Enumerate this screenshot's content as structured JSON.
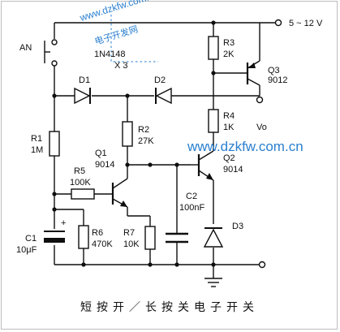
{
  "title": "短按开／长按关电子开关",
  "watermarks": {
    "top_url": "www.dzkfw.com.cn",
    "top_cn": "电子开发网",
    "mid_url": "www.dzkfw.com.cn"
  },
  "labels": {
    "supply": "5 ~ 12 V",
    "switch": "AN",
    "diode_part": "1N4148",
    "diode_qty": "X 3",
    "d1": "D1",
    "d2": "D2",
    "d3": "D3",
    "r1_ref": "R1",
    "r1_val": "1M",
    "r2_ref": "R2",
    "r2_val": "27K",
    "r3_ref": "R3",
    "r3_val": "2K",
    "r4_ref": "R4",
    "r4_val": "1K",
    "r5_ref": "R5",
    "r5_val": "100K",
    "r6_ref": "R6",
    "r6_val": "470K",
    "r7_ref": "R7",
    "r7_val": "10K",
    "c1_ref": "C1",
    "c1_val": "10μF",
    "c1_pol": "+",
    "c2_ref": "C2",
    "c2_val": "100nF",
    "q1_ref": "Q1",
    "q1_val": "9014",
    "q2_ref": "Q2",
    "q2_val": "9014",
    "q3_ref": "Q3",
    "q3_val": "9012",
    "vo": "Vo"
  },
  "colors": {
    "line": "#0f0f0f",
    "watermark": "#2a7fcf",
    "frame": "#bdbdbd"
  }
}
